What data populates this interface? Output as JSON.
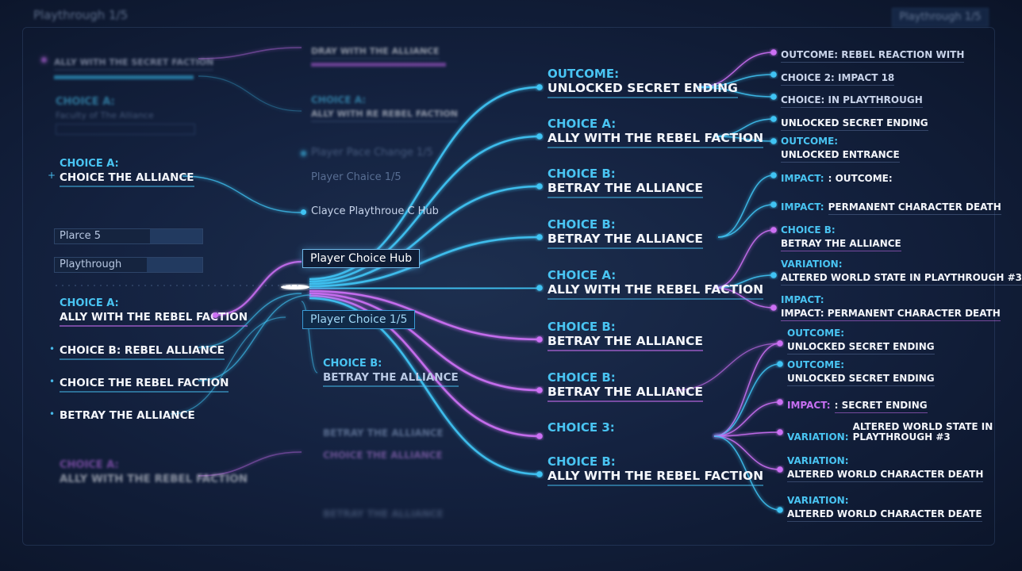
{
  "header": {
    "title": "Playthrough 1/5",
    "badge": "Playthrough 1/5"
  },
  "hub": {
    "label": "Player Choice Hub",
    "secondary_label": "Player Choice  1/5"
  },
  "left_blurred": {
    "top_small": "ALLY WITH THE SECRET FACTION",
    "choice_a_head": "CHOICE A:",
    "choice_a_sub": "Faculty of The Alliance",
    "mid_ghost_1": "DRAY WITH THE ALLIANCE",
    "mid_ghost_2_head": "CHOICE A:",
    "mid_ghost_2": "ALLY WITH RE REBEL FACTION",
    "faint_1": "Player Pace Change 1/5",
    "faint_2": "Player Chaice 1/5",
    "faint_3": "Clayce Playthroue C Hub"
  },
  "left_panels": [
    {
      "label": "Plarce 5"
    },
    {
      "label": "Playthrough"
    }
  ],
  "left_items": [
    {
      "head": "CHOICE A:",
      "line": "CHOICE THE ALLIANCE"
    },
    {
      "head": "CHOICE A:",
      "line": "ALLY WITH THE REBEL FACTION"
    },
    {
      "line": "CHOICE B: REBEL ALLIANCE"
    },
    {
      "line": "CHOICE THE REBEL FACTION"
    },
    {
      "line": "BETRAY THE ALLIANCE"
    },
    {
      "head": "CHOICE B:",
      "line": "BETRAY THE ALLIANCE"
    }
  ],
  "left_bottom_blurred": {
    "a_head": "CHOICE A:",
    "a_line": "ALLY WITH THE REBEL FACTION",
    "b1": "BETRAY THE ALLIANCE",
    "b2": "CHOICE THE ALLIANCE",
    "b3": "BETRAY THE ALLIANCE"
  },
  "middle_nodes": [
    {
      "head": "OUTCOME:",
      "line": "UNLOCKED SECRET ENDING"
    },
    {
      "head": "CHOICE A:",
      "line": "ALLY WITH THE REBEL FACTION"
    },
    {
      "head": "CHOICE B:",
      "line": "BETRAY THE ALLIANCE"
    },
    {
      "head": "CHOICE B:",
      "line": "BETRAY THE ALLIANCE"
    },
    {
      "head": "CHOICE A:",
      "line": "ALLY WITH THE REBEL FACTION"
    },
    {
      "head": "CHOICE B:",
      "line": "BETRAY THE ALLIANCE"
    },
    {
      "head": "CHOICE B:",
      "line": "BETRAY THE ALLIANCE"
    },
    {
      "head": "CHOICE 3:",
      "line": ""
    },
    {
      "head": "CHOICE B:",
      "line": "ALLY WITH THE REBEL FACTION"
    }
  ],
  "right_nodes": [
    {
      "head": "",
      "line": "OUTCOME: REBEL REACTION WITH"
    },
    {
      "head": "",
      "line": "CHOICE 2: IMPACT 18"
    },
    {
      "head": "",
      "line": "CHOICE: IN PLAYTHROUGH"
    },
    {
      "head": "",
      "line": "UNLOCKED SECRET ENDING"
    },
    {
      "head": "OUTCOME:",
      "line": "UNLOCKED ENTRANCE"
    },
    {
      "head": "IMPACT:",
      "line": ": OUTCOME:"
    },
    {
      "head": "IMPACT:",
      "line": "PERMANENT CHARACTER DEATH"
    },
    {
      "head": "CHOICE B:",
      "line": "BETRAY THE ALLIANCE"
    },
    {
      "head": "VARIATION:",
      "line": "ALTERED WORLD STATE IN PLAYTHROUGH #3"
    },
    {
      "head": "IMPACT:",
      "line": "IMPACT: PERMANENT CHARACTER DEATH"
    },
    {
      "head": "OUTCOME:",
      "line": "UNLOCKED SECRET ENDING"
    },
    {
      "head": "OUTCOME:",
      "line": "UNLOCKED SECRET ENDING"
    },
    {
      "head": "IMPACT:",
      "line": ": SECRET ENDING"
    },
    {
      "head": "VARIATION:",
      "line": "ALTERED WORLD STATE IN PLAYTHROUGH #3"
    },
    {
      "head": "VARIATION:",
      "line": "ALTERED WORLD CHARACTER DEATH"
    },
    {
      "head": "VARIATION:",
      "line": "ALTERED WORLD CHARACTER DEATE"
    }
  ],
  "colors": {
    "cyan": "#3fc4f4",
    "magenta": "#cc6ff4",
    "background": "#142240"
  }
}
